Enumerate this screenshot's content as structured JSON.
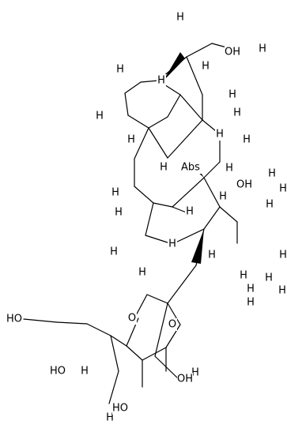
{
  "molecule": {
    "colors": {
      "ink": "#000000",
      "background": "#ffffff"
    },
    "atoms": [
      {
        "id": "a0",
        "label": "OH"
      },
      {
        "id": "a1",
        "label": "H"
      },
      {
        "id": "a2",
        "label": "H"
      },
      {
        "id": "a3",
        "label": "H"
      },
      {
        "id": "a4",
        "label": "H"
      },
      {
        "id": "a5",
        "label": "H"
      },
      {
        "id": "a6",
        "label": "H"
      },
      {
        "id": "a7",
        "label": "H"
      },
      {
        "id": "a8",
        "label": "H"
      },
      {
        "id": "a9",
        "label": "H"
      },
      {
        "id": "a10",
        "label": "H"
      },
      {
        "id": "a11",
        "label": "H"
      },
      {
        "id": "a12",
        "label": "H"
      },
      {
        "id": "a13",
        "label": "H"
      },
      {
        "id": "a14",
        "label": "H"
      },
      {
        "id": "a15",
        "label": "H"
      },
      {
        "id": "a16",
        "label": "Abs"
      },
      {
        "id": "a17",
        "label": "H"
      },
      {
        "id": "a18",
        "label": "H"
      },
      {
        "id": "a19",
        "label": "H"
      },
      {
        "id": "a20",
        "label": "H"
      },
      {
        "id": "a21",
        "label": "OH"
      },
      {
        "id": "a22",
        "label": "H"
      },
      {
        "id": "a23",
        "label": "H"
      },
      {
        "id": "a24",
        "label": "H"
      },
      {
        "id": "a25",
        "label": "H"
      },
      {
        "id": "a26",
        "label": "H"
      },
      {
        "id": "a27",
        "label": "H"
      },
      {
        "id": "a28",
        "label": "H"
      },
      {
        "id": "a29",
        "label": "H"
      },
      {
        "id": "a30",
        "label": "H"
      },
      {
        "id": "a31",
        "label": "H"
      },
      {
        "id": "a32",
        "label": "H"
      },
      {
        "id": "a33",
        "label": "HO"
      },
      {
        "id": "a34",
        "label": "O"
      },
      {
        "id": "a35",
        "label": "O"
      },
      {
        "id": "a36",
        "label": "H"
      },
      {
        "id": "a37",
        "label": "H"
      },
      {
        "id": "a38",
        "label": "H"
      },
      {
        "id": "a39",
        "label": "HO"
      },
      {
        "id": "a40",
        "label": "OH"
      },
      {
        "id": "a41",
        "label": "HO"
      }
    ]
  }
}
